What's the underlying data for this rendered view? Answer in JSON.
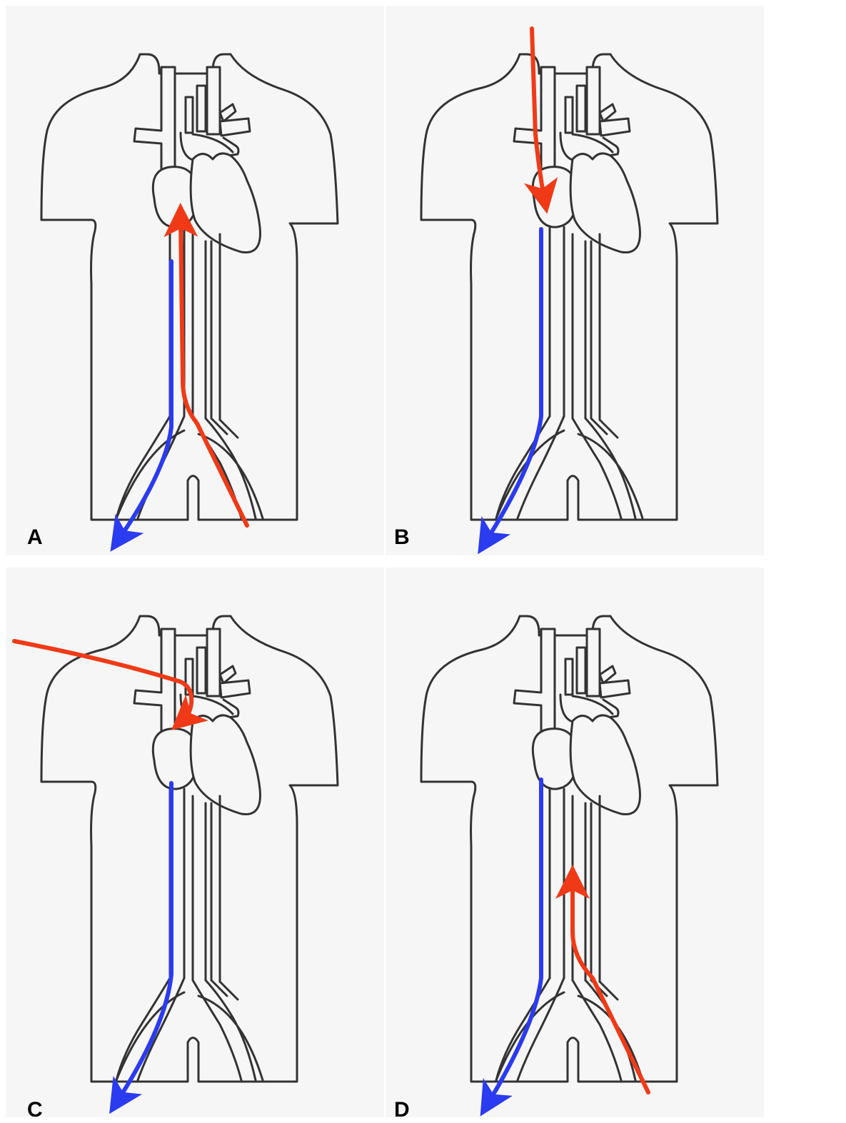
{
  "panels": [
    {
      "id": "a",
      "label": "A"
    },
    {
      "id": "b",
      "label": "B"
    },
    {
      "id": "c",
      "label": "C"
    },
    {
      "id": "d",
      "label": "D"
    }
  ],
  "colors": {
    "arterial": "#f03a17",
    "venous": "#2b3bf0",
    "outline": "#333333",
    "background": "#f6f6f6"
  }
}
